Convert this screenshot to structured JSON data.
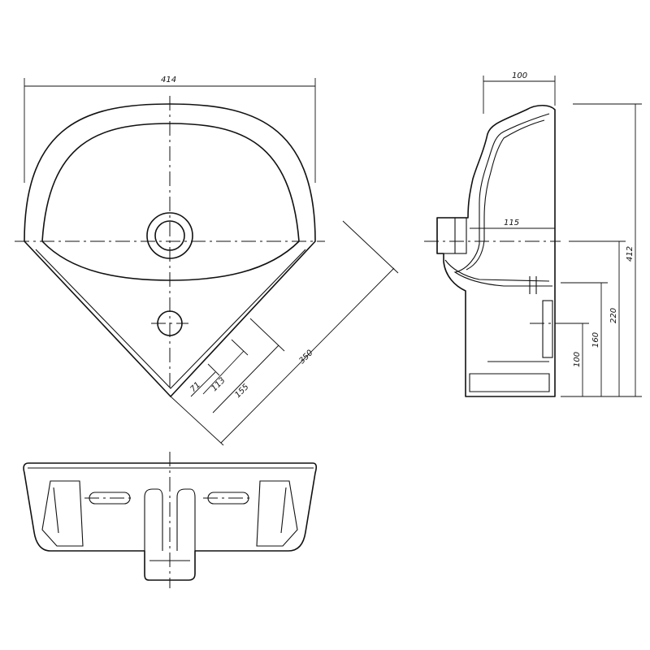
{
  "dimensions": {
    "width": "414",
    "depth_top": "100",
    "overflow_depth": "115",
    "height": "412",
    "h220": "220",
    "h160": "160",
    "h100": "100",
    "diag_350": "350",
    "diag_155": "155",
    "diag_113": "113",
    "diag_71": "71"
  }
}
